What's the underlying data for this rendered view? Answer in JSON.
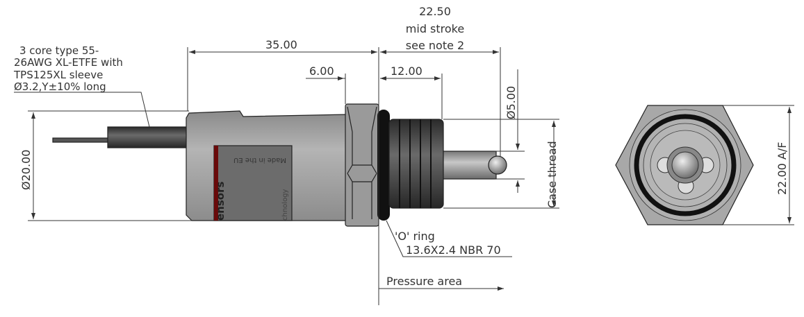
{
  "cable_note": {
    "lines": [
      "3 core type 55-",
      "26AWG XL-ETFE with",
      "TPS125XL sleeve",
      "Ø3.2,Y±10% long"
    ]
  },
  "dimensions": {
    "body_diameter": "Ø20.00",
    "overall_length": "35.00",
    "hex_length": "6.00",
    "thread_length": "12.00",
    "mid_stroke": [
      "22.50",
      "mid stroke",
      "see note 2"
    ],
    "probe_diameter": "Ø5.00",
    "case_thread": "Case thread",
    "hex_af": "22.00 A/F"
  },
  "o_ring": {
    "title": "'O' ring",
    "spec": "13.6X2.4 NBR 70"
  },
  "pressure_area": "Pressure area",
  "product_label": {
    "made_in": "Made in the EU",
    "brand_fragment": "ensors",
    "tagline_fragment": "chnology",
    "accent_color": "#6a0a0a"
  }
}
